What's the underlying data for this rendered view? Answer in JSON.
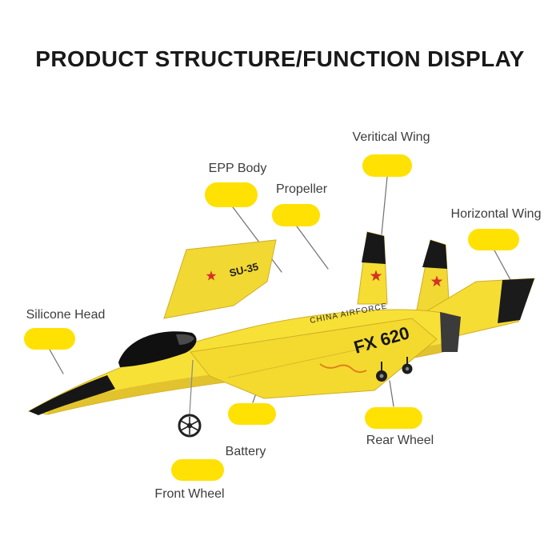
{
  "title": "PRODUCT STRUCTURE/FUNCTION DISPLAY",
  "callouts": {
    "vertical_wing": "Veritical Wing",
    "epp_body": "EPP Body",
    "propeller": "Propeller",
    "horizontal_wing": "Horizontal Wing",
    "silicone_head": "Silicone Head",
    "battery": "Battery",
    "rear_wheel": "Rear Wheel",
    "front_wheel": "Front Wheel"
  },
  "plane_markings": {
    "wing_model": "SU-35",
    "fuselage_text": "CHINA AIRFORCE",
    "wing_code": "FX 620"
  },
  "colors": {
    "plane_yellow": "#F8E137",
    "pill_yellow": "#FFE103",
    "detail_black": "#161616",
    "star_red": "#D53127",
    "callout_line_gray": "#6F6F6F"
  }
}
